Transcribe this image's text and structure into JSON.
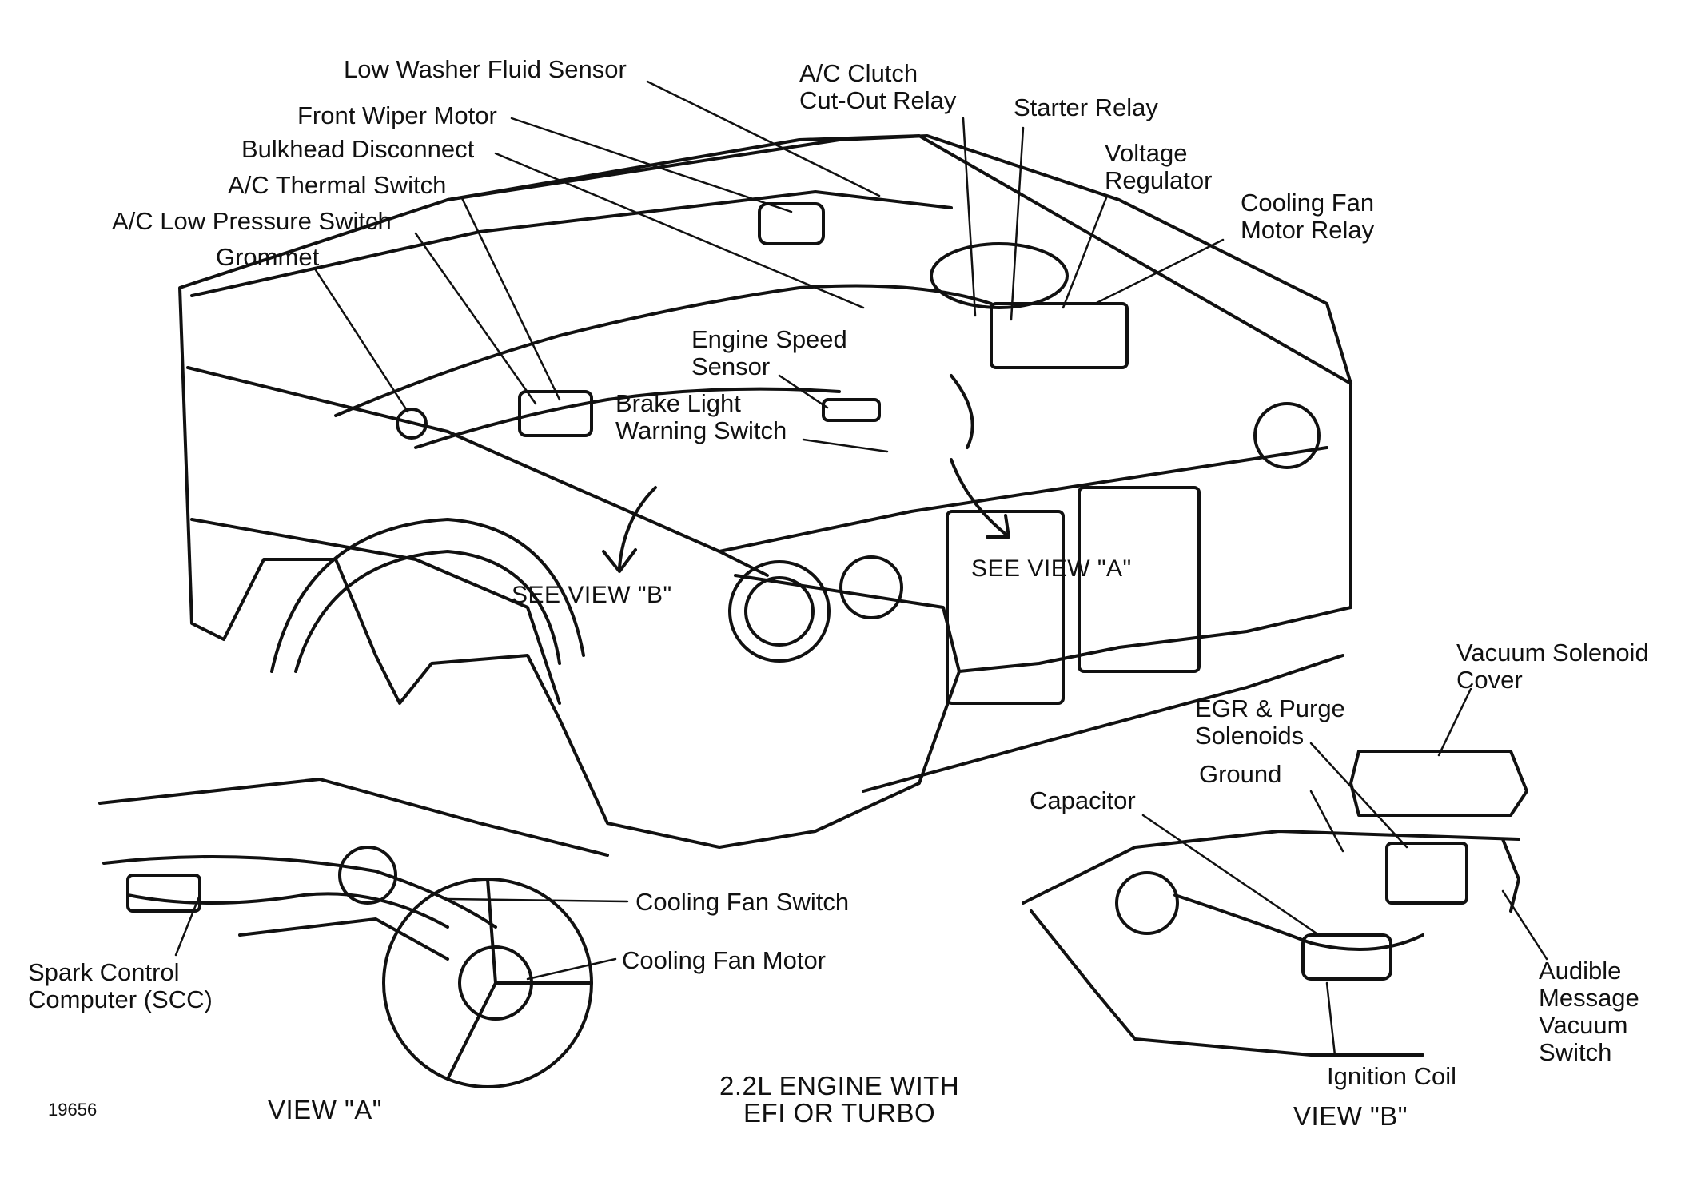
{
  "labels": {
    "low_washer_fluid_sensor": "Low Washer Fluid Sensor",
    "front_wiper_motor": "Front Wiper Motor",
    "bulkhead_disconnect": "Bulkhead Disconnect",
    "ac_thermal_switch": "A/C Thermal Switch",
    "ac_low_pressure_switch": "A/C Low Pressure Switch",
    "grommet": "Grommet",
    "ac_clutch_cutout_relay": [
      "A/C Clutch",
      "Cut-Out Relay"
    ],
    "starter_relay": "Starter Relay",
    "voltage_regulator": [
      "Voltage",
      "Regulator"
    ],
    "cooling_fan_motor_relay": [
      "Cooling Fan",
      "Motor Relay"
    ],
    "engine_speed_sensor": [
      "Engine Speed",
      "Sensor"
    ],
    "brake_light_warning_switch": [
      "Brake Light",
      "Warning Switch"
    ],
    "see_view_b": "SEE VIEW \"B\"",
    "see_view_a": "SEE VIEW \"A\"",
    "vacuum_solenoid_cover": [
      "Vacuum Solenoid",
      "Cover"
    ],
    "egr_purge_solenoids": [
      "EGR & Purge",
      "Solenoids"
    ],
    "ground": "Ground",
    "capacitor": "Capacitor",
    "cooling_fan_switch": "Cooling Fan Switch",
    "cooling_fan_motor": "Cooling Fan Motor",
    "spark_control_computer": [
      "Spark Control",
      "Computer (SCC)"
    ],
    "audible_message_vacuum_switch": [
      "Audible",
      "Message",
      "Vacuum",
      "Switch"
    ],
    "ignition_coil": "Ignition Coil",
    "view_a": "VIEW \"A\"",
    "view_b": "VIEW \"B\"",
    "engine_note": [
      "2.2L ENGINE WITH",
      "EFI OR TURBO"
    ],
    "figure_number": "19656"
  },
  "colors": {
    "ink": "#111111",
    "paper": "#ffffff"
  }
}
